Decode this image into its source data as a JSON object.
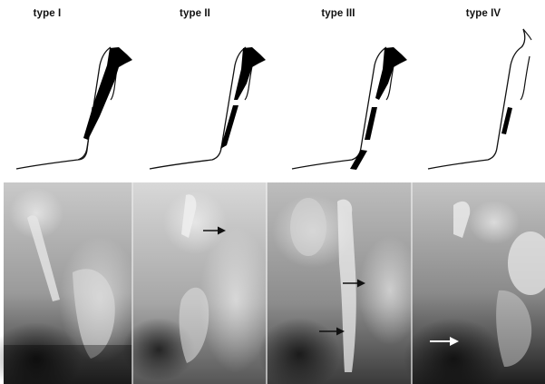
{
  "figure": {
    "types": [
      {
        "label": "type I"
      },
      {
        "label": "type II"
      },
      {
        "label": "type III"
      },
      {
        "label": "type IV"
      }
    ],
    "arrows": [
      {
        "panel": 2,
        "direction": "right",
        "color": "#111111"
      },
      {
        "panel": 3,
        "direction": "right",
        "color": "#111111"
      },
      {
        "panel": 3,
        "direction": "right",
        "color": "#111111"
      },
      {
        "panel": 4,
        "direction": "right",
        "color": "#ffffff"
      }
    ]
  }
}
